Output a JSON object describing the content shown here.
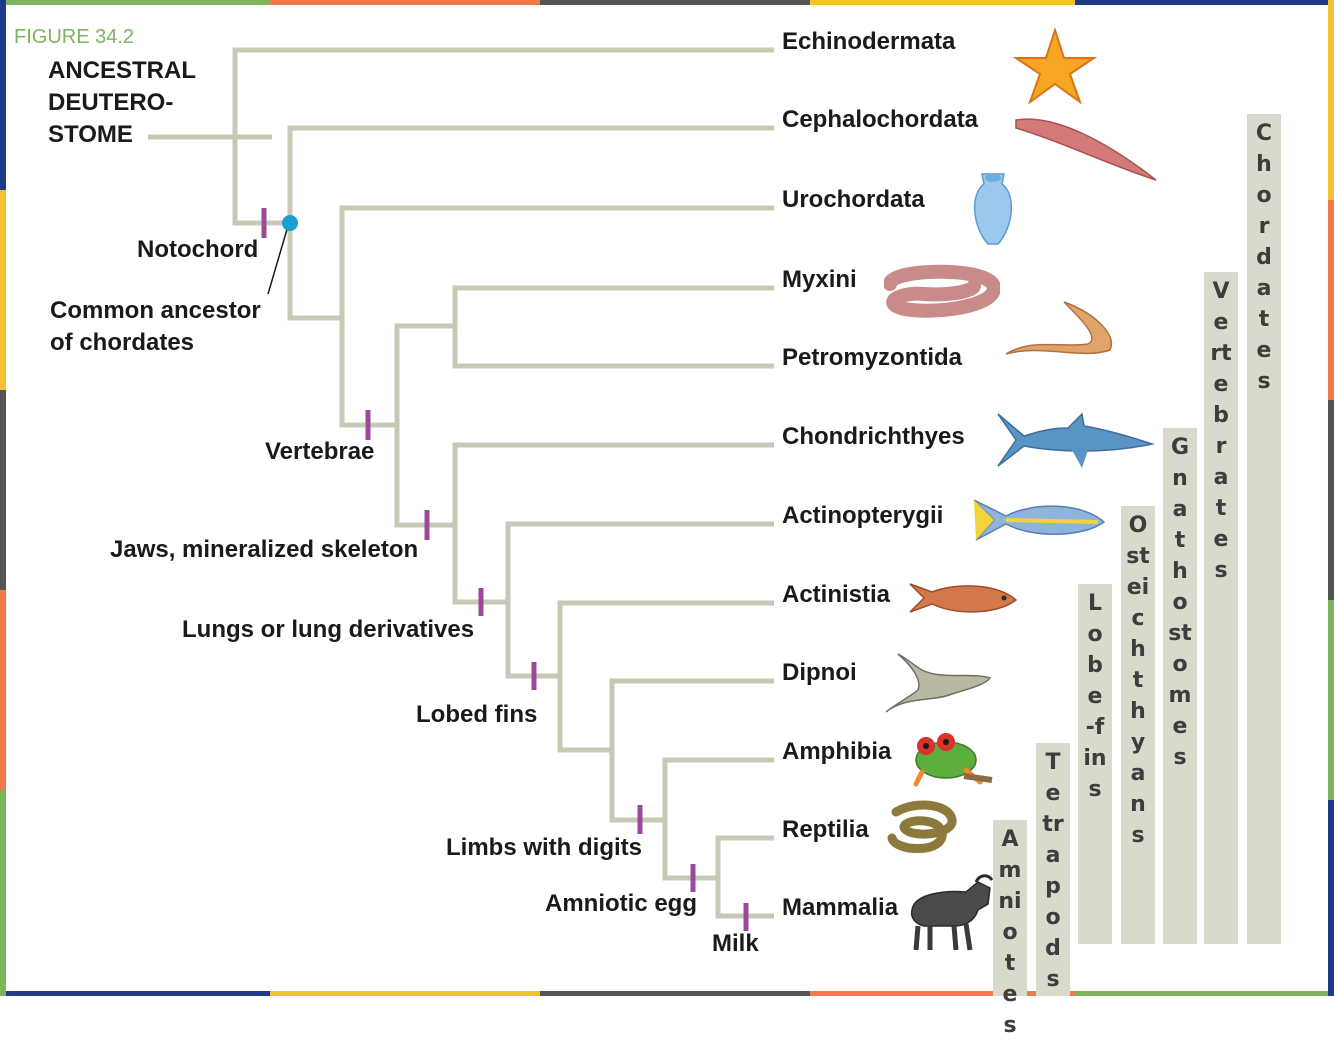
{
  "figure_label": "FIGURE 34.2",
  "ancestral_lines": [
    "ANCESTRAL",
    "DEUTERO-",
    "STOME"
  ],
  "common_ancestor_lines": [
    "Common ancestor",
    "of chordates"
  ],
  "taxa": {
    "echinodermata": "Echinodermata",
    "cephalochordata": "Cephalochordata",
    "urochordata": "Urochordata",
    "myxini": "Myxini",
    "petromyzontida": "Petromyzontida",
    "chondrichthyes": "Chondrichthyes",
    "actinopterygii": "Actinopterygii",
    "actinistia": "Actinistia",
    "dipnoi": "Dipnoi",
    "amphibia": "Amphibia",
    "reptilia": "Reptilia",
    "mammalia": "Mammalia"
  },
  "traits": {
    "notochord": "Notochord",
    "vertebrae": "Vertebrae",
    "jaws": "Jaws, mineralized skeleton",
    "lungs": "Lungs or lung derivatives",
    "lobed_fins": "Lobed fins",
    "limbs": "Limbs with digits",
    "amniotic_egg": "Amniotic egg",
    "milk": "Milk"
  },
  "clades": {
    "chordates": "Chordates",
    "vertebrates": "Vertebrates",
    "gnathostomes": "Gnathostomes",
    "osteichthyans": "Osteichthyans",
    "lobe_fins": "Lobe-fins",
    "tetrapods": "Tetrapods",
    "amniotes": "Amniotes"
  },
  "colors": {
    "branch": "#c8c8b4",
    "trait_tick": "#9b4a9b",
    "ancestor_dot": "#1a9fd1",
    "clade_bar": "#d9d9cc",
    "figure_label": "#7cb55c",
    "frame": [
      "#1e3a8a",
      "#f2c12e",
      "#f07b4a",
      "#7cb55c",
      "#555555"
    ]
  },
  "icons": [
    "starfish-icon",
    "lancelet-icon",
    "tunicate-icon",
    "hagfish-icon",
    "lamprey-icon",
    "shark-icon",
    "rayfin-fish-icon",
    "coelacanth-icon",
    "lungfish-icon",
    "frog-icon",
    "snake-icon",
    "wildebeest-icon"
  ]
}
